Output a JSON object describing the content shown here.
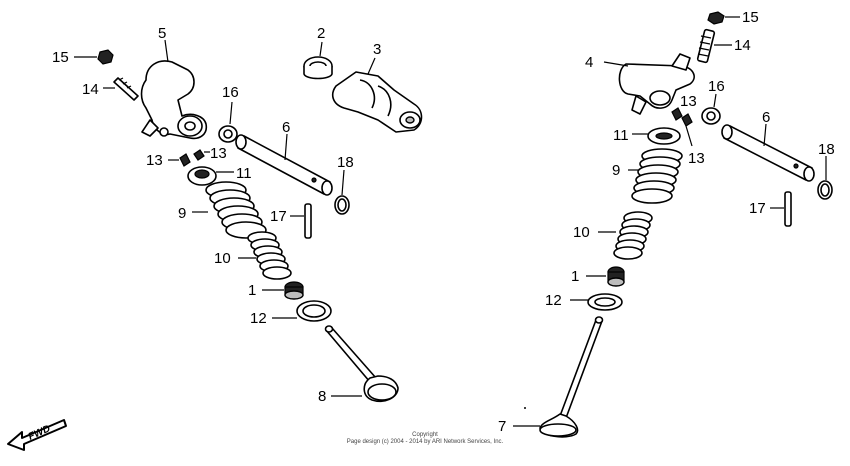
{
  "diagram": {
    "callouts": {
      "c1a": "1",
      "c1b": "1",
      "c2": "2",
      "c3": "3",
      "c4": "4",
      "c5": "5",
      "c6a": "6",
      "c6b": "6",
      "c7": "7",
      "c8": "8",
      "c9a": "9",
      "c9b": "9",
      "c10a": "10",
      "c10b": "10",
      "c11a": "11",
      "c11b": "11",
      "c12a": "12",
      "c12b": "12",
      "c13a": "13",
      "c13b": "13",
      "c13c": "13",
      "c13d": "13",
      "c14a": "14",
      "c14b": "14",
      "c15a": "15",
      "c15b": "15",
      "c16a": "16",
      "c16b": "16",
      "c17a": "17",
      "c17b": "17",
      "c18a": "18",
      "c18b": "18"
    },
    "fwd_label": "FWD",
    "copyright_line1": "Copyright",
    "copyright_line2": "Page design (c) 2004 - 2014 by ARI Network Services, Inc."
  }
}
